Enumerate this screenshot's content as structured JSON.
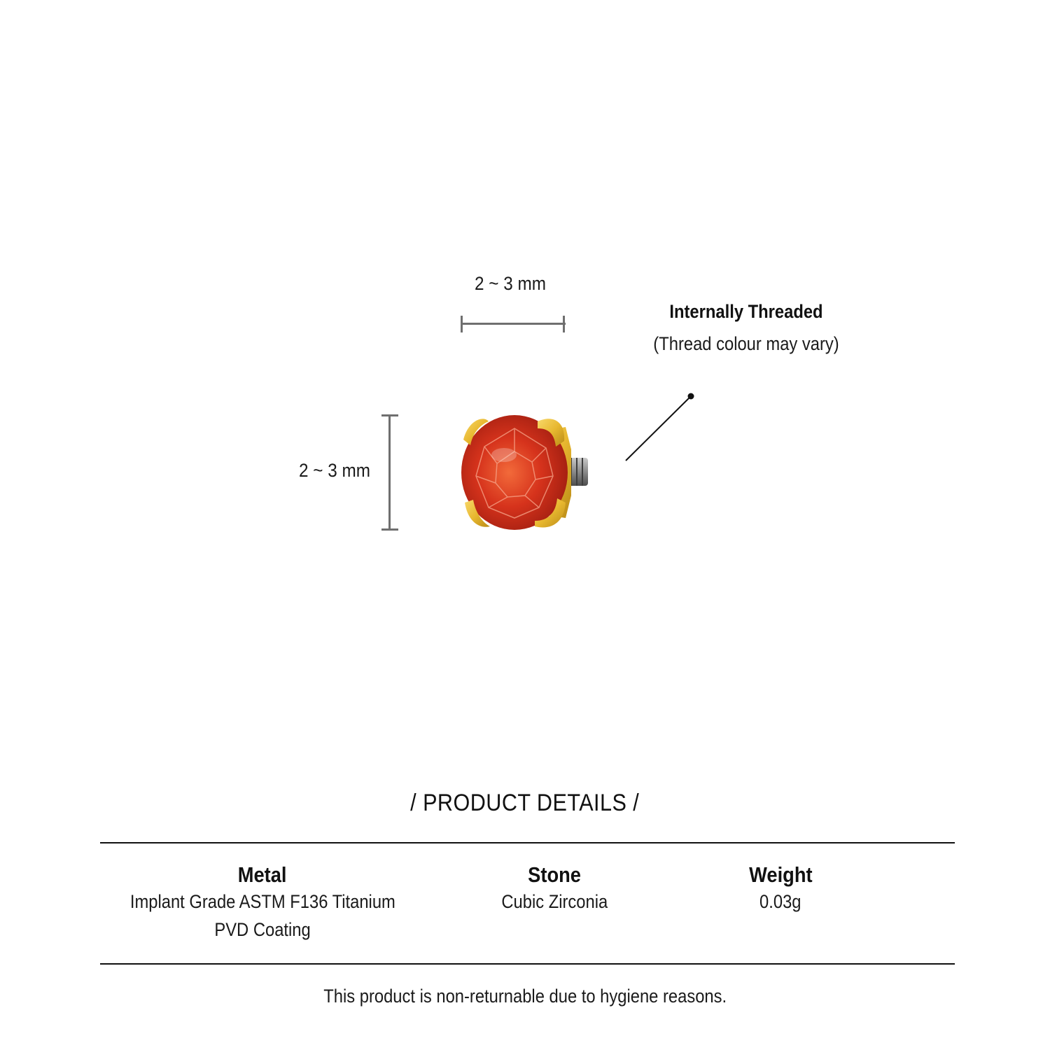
{
  "dimensions": {
    "width_label": "2 ~ 3 mm",
    "height_label": "2 ~ 3 mm"
  },
  "thread_note": {
    "title": "Internally Threaded",
    "subtitle": "(Thread colour may vary)"
  },
  "product_image": {
    "stone_color": "#d6331c",
    "setting_color": "#e8b830",
    "thread_color": "#8a8a8a"
  },
  "details": {
    "heading": "/ PRODUCT DETAILS /",
    "columns": [
      {
        "title": "Metal",
        "lines": [
          "Implant Grade ASTM F136 Titanium",
          "PVD Coating"
        ]
      },
      {
        "title": "Stone",
        "lines": [
          "Cubic Zirconia"
        ]
      },
      {
        "title": "Weight",
        "lines": [
          "0.03g"
        ]
      }
    ]
  },
  "footer_note": "This product is non-returnable due to hygiene reasons."
}
